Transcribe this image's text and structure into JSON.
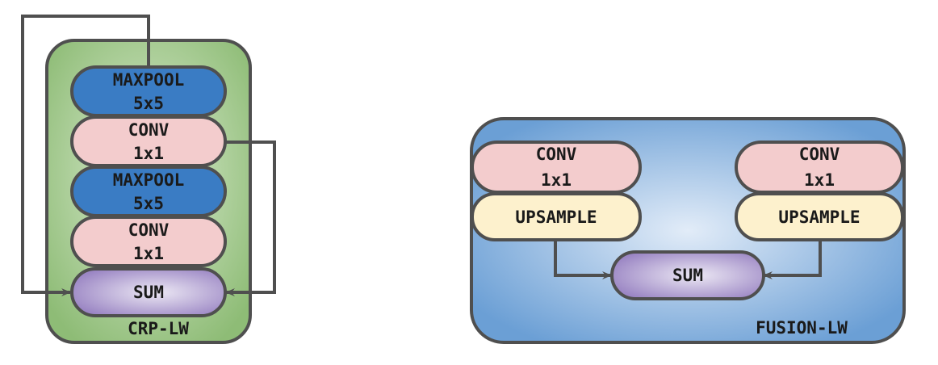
{
  "crp_lw": {
    "label": "CRP-LW",
    "blocks": [
      {
        "line1": "MAXPOOL",
        "line2": "5x5",
        "color": "#3a7cc4"
      },
      {
        "line1": "CONV",
        "line2": "1x1",
        "color": "#f3cccd"
      },
      {
        "line1": "MAXPOOL",
        "line2": "5x5",
        "color": "#3a7cc4"
      },
      {
        "line1": "CONV",
        "line2": "1x1",
        "color": "#f3cccd"
      },
      {
        "line1": "SUM",
        "color": "#a894cc"
      }
    ],
    "container_color": "#8fbd78"
  },
  "fusion_lw": {
    "label": "FUSION-LW",
    "left": {
      "conv": {
        "line1": "CONV",
        "line2": "1x1"
      },
      "upsample": "UPSAMPLE"
    },
    "right": {
      "conv": {
        "line1": "CONV",
        "line2": "1x1"
      },
      "upsample": "UPSAMPLE"
    },
    "sum": "SUM",
    "container_color": "#6a9fd6"
  },
  "colors": {
    "outline": "#4f4f4f",
    "conv": "#f3cccd",
    "maxpool": "#3a7cc4",
    "upsample": "#fdf1cd",
    "sum": "#a894cc"
  }
}
